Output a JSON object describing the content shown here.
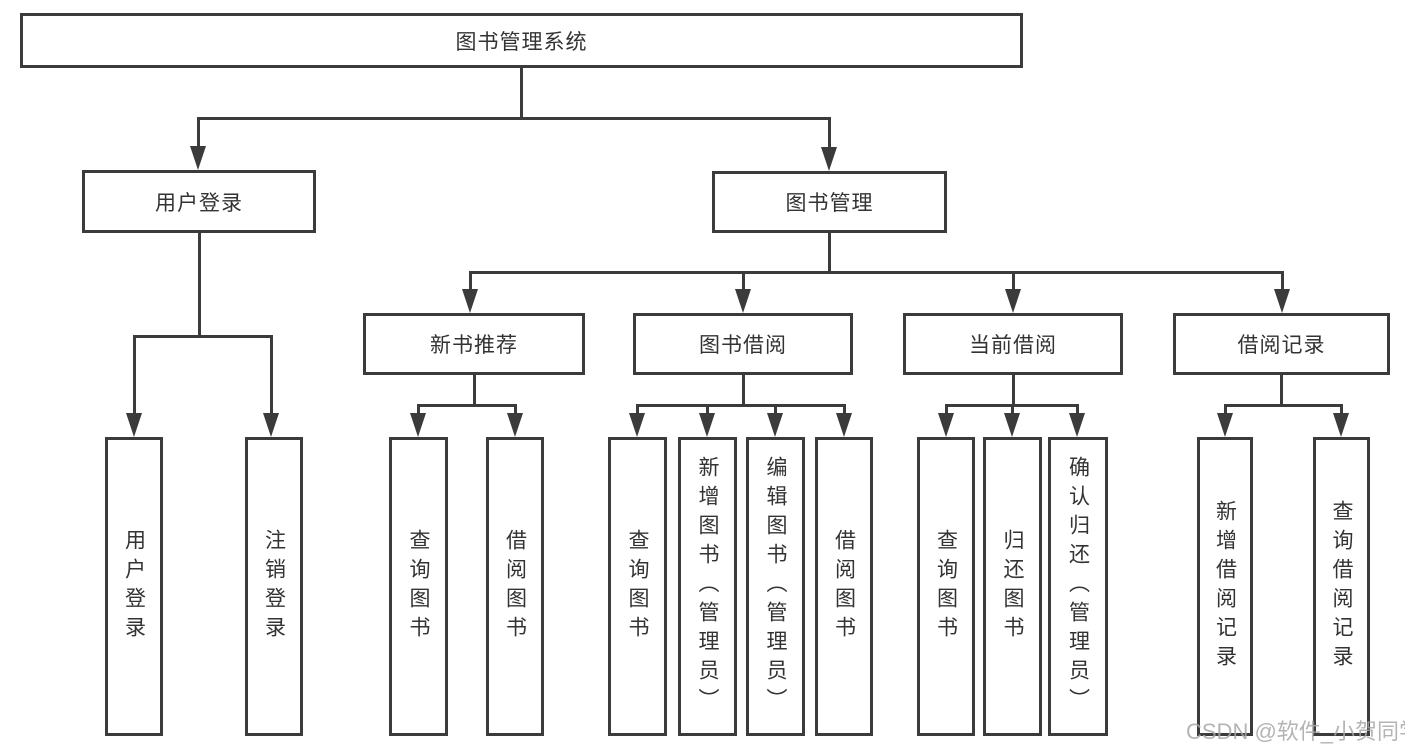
{
  "diagram_title": "图书管理系统",
  "tree": {
    "label": "图书管理系统",
    "children": [
      {
        "label": "用户登录",
        "children": [
          {
            "label": "用户登录"
          },
          {
            "label": "注销登录"
          }
        ]
      },
      {
        "label": "图书管理",
        "children": [
          {
            "label": "新书推荐",
            "children": [
              {
                "label": "查询图书"
              },
              {
                "label": "借阅图书"
              }
            ]
          },
          {
            "label": "图书借阅",
            "children": [
              {
                "label": "查询图书"
              },
              {
                "label": "新增图书（管理员）"
              },
              {
                "label": "编辑图书（管理员）"
              },
              {
                "label": "借阅图书"
              }
            ]
          },
          {
            "label": "当前借阅",
            "children": [
              {
                "label": "查询图书"
              },
              {
                "label": "归还图书"
              },
              {
                "label": "确认归还（管理员）"
              }
            ]
          },
          {
            "label": "借阅记录",
            "children": [
              {
                "label": "新增借阅记录"
              },
              {
                "label": "查询借阅记录"
              }
            ]
          }
        ]
      }
    ]
  },
  "watermark": "CSDN @软件_小贺同学",
  "colors": {
    "line": "#3b3b3b",
    "text": "#333333",
    "bg": "#ffffff",
    "watermark": "#a8a8a8"
  }
}
